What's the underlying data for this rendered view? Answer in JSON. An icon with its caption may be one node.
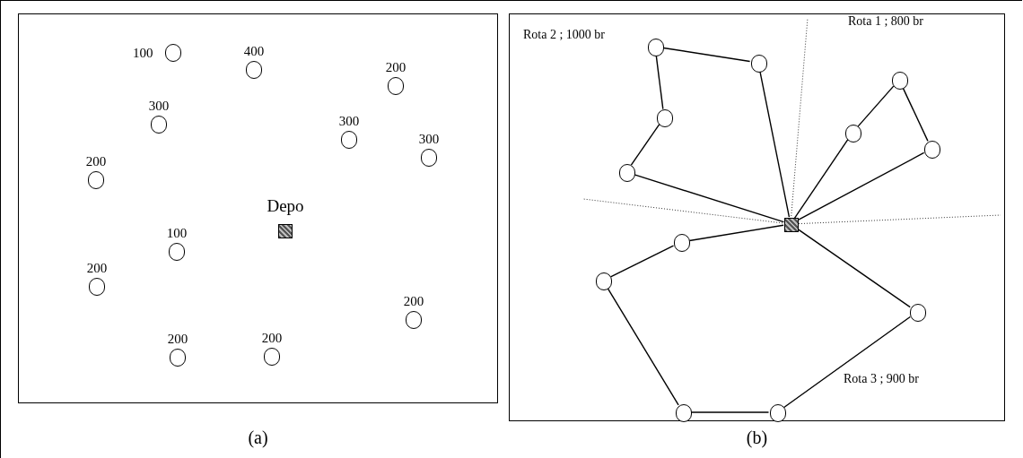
{
  "diagram": {
    "nodes": [
      {
        "text": [],
        "shape": "box",
        "beside": [
          "(a)"
        ]
      },
      {
        "text": [],
        "shape": "box",
        "in": 0,
        "beside": [
          "Depo"
        ]
      },
      {
        "text": [],
        "shape": "circle",
        "in": 0,
        "beside": [
          "100"
        ]
      },
      {
        "text": [],
        "shape": "circle",
        "in": 0,
        "beside": [
          "400"
        ]
      },
      {
        "text": [],
        "shape": "circle",
        "in": 0,
        "beside": [
          "200"
        ]
      },
      {
        "text": [],
        "shape": "circle",
        "in": 0,
        "beside": [
          "300"
        ]
      },
      {
        "text": [],
        "shape": "circle",
        "in": 0,
        "beside": [
          "300"
        ]
      },
      {
        "text": [],
        "shape": "circle",
        "in": 0,
        "beside": [
          "300"
        ]
      },
      {
        "text": [],
        "shape": "circle",
        "in": 0,
        "beside": [
          "200"
        ]
      },
      {
        "text": [],
        "shape": "circle",
        "in": 0,
        "beside": [
          "100"
        ]
      },
      {
        "text": [],
        "shape": "circle",
        "in": 0,
        "beside": [
          "200"
        ]
      },
      {
        "text": [],
        "shape": "circle",
        "in": 0,
        "beside": [
          "200"
        ]
      },
      {
        "text": [],
        "shape": "circle",
        "in": 0,
        "beside": [
          "200"
        ]
      },
      {
        "text": [],
        "shape": "circle",
        "in": 0,
        "beside": [
          "200"
        ]
      },
      {
        "text": [],
        "shape": "box",
        "beside": [
          "(b)"
        ]
      },
      {
        "text": [],
        "shape": "box",
        "in": 14
      },
      {
        "text": [],
        "shape": "circle",
        "in": 14
      },
      {
        "text": [],
        "shape": "circle",
        "in": 14
      },
      {
        "text": [],
        "shape": "circle",
        "in": 14
      },
      {
        "text": [],
        "shape": "circle",
        "in": 14
      },
      {
        "text": [],
        "shape": "circle",
        "in": 14
      },
      {
        "text": [],
        "shape": "circle",
        "in": 14
      },
      {
        "text": [],
        "shape": "circle",
        "in": 14
      },
      {
        "text": [],
        "shape": "circle",
        "in": 14
      },
      {
        "text": [],
        "shape": "circle",
        "in": 14
      },
      {
        "text": [],
        "shape": "circle",
        "in": 14
      },
      {
        "text": [],
        "shape": "circle",
        "in": 14
      },
      {
        "text": [],
        "shape": "circle",
        "in": 14
      }
    ],
    "edges": [
      {
        "from": 15,
        "to": 17,
        "arrow": "none"
      },
      {
        "from": 17,
        "to": 16,
        "arrow": "none"
      },
      {
        "from": 16,
        "to": 18,
        "arrow": "none"
      },
      {
        "from": 18,
        "to": 19,
        "arrow": "none"
      },
      {
        "from": 19,
        "to": 15,
        "arrow": "none"
      },
      {
        "from": 15,
        "to": 21,
        "arrow": "none"
      },
      {
        "from": 21,
        "to": 20,
        "arrow": "none"
      },
      {
        "from": 20,
        "to": 22,
        "arrow": "none"
      },
      {
        "from": 22,
        "to": 15,
        "arrow": "none"
      },
      {
        "from": 15,
        "to": 23,
        "arrow": "none"
      },
      {
        "from": 23,
        "to": 24,
        "arrow": "none"
      },
      {
        "from": 24,
        "to": 25,
        "arrow": "none"
      },
      {
        "from": 25,
        "to": 26,
        "arrow": "none"
      },
      {
        "from": 26,
        "to": 27,
        "arrow": "none"
      },
      {
        "from": 27,
        "to": 15,
        "arrow": "none"
      }
    ],
    "labels": [
      "Rota 2 ; 1000 br",
      "Rota 1 ; 800 br",
      "Rota 3 ; 900 br"
    ]
  }
}
